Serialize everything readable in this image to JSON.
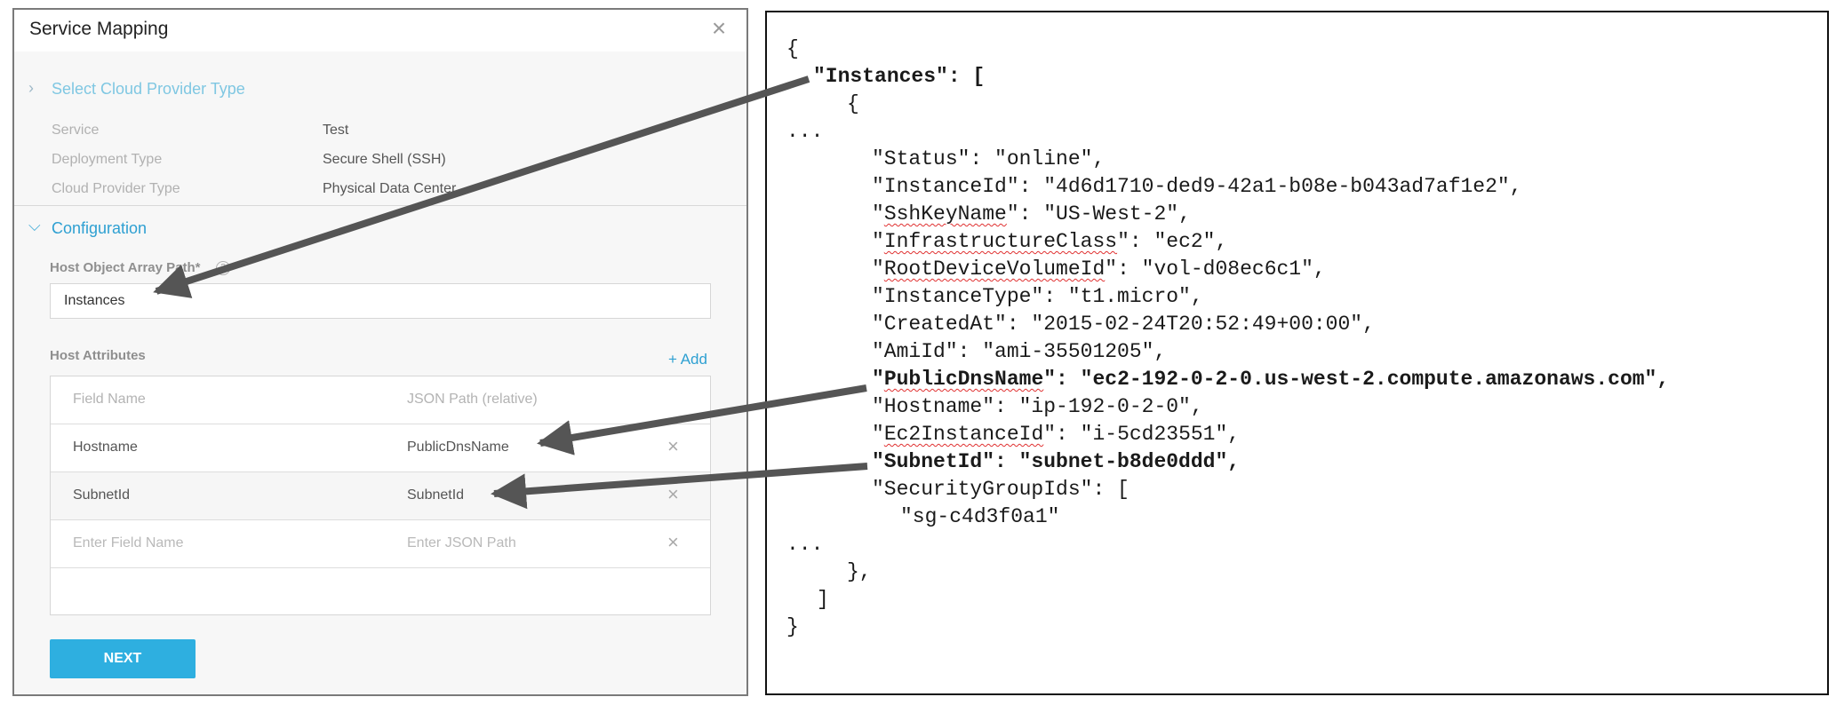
{
  "dialog": {
    "title": "Service Mapping",
    "close_icon": "close-icon",
    "select_section": {
      "title": "Select Cloud Provider Type",
      "rows": [
        {
          "label": "Service",
          "value": "Test"
        },
        {
          "label": "Deployment Type",
          "value": "Secure Shell (SSH)"
        },
        {
          "label": "Cloud Provider Type",
          "value": "Physical Data Center"
        }
      ]
    },
    "config_section": {
      "title": "Configuration",
      "host_object_label": "Host Object Array Path*",
      "host_object_value": "Instances",
      "host_attributes_label": "Host Attributes",
      "add_label": "+ Add",
      "table": {
        "headers": [
          "Field Name",
          "JSON Path (relative)"
        ],
        "rows": [
          {
            "field": "Hostname",
            "path": "PublicDnsName"
          },
          {
            "field": "SubnetId",
            "path": "SubnetId"
          }
        ],
        "placeholder_field": "Enter Field Name",
        "placeholder_path": "Enter JSON Path"
      }
    },
    "next_label": "NEXT"
  },
  "json_panel": {
    "open_brace": "{",
    "instances_key": "\"Instances\"",
    "instances_rest": ": [",
    "obj_open": "{",
    "ellipsis1": "...",
    "status": "\"Status\": \"online\",",
    "instance_id": "\"InstanceId\": \"4d6d1710-ded9-42a1-b08e-b043ad7af1e2\",",
    "ssh_key_q": "\"",
    "ssh_key_name": "SshKeyName",
    "ssh_key_rest": "\": \"US-West-2\",",
    "infra_q": "\"",
    "infra_name": "InfrastructureClass",
    "infra_rest": "\": \"ec2\",",
    "rootdev_q": "\"",
    "rootdev_name": "RootDeviceVolumeId",
    "rootdev_rest": "\": \"vol-d08ec6c1\",",
    "instance_type": "\"InstanceType\": \"t1.micro\",",
    "created_at": "\"CreatedAt\": \"2015-02-24T20:52:49+00:00\",",
    "ami_id": "\"AmiId\": \"ami-35501205\",",
    "public_dns_q": "\"",
    "public_dns_name": "PublicDnsName",
    "public_dns_rest": "\": \"ec2-192-0-2-0.us-west-2.compute.amazonaws.com\",",
    "hostname": "\"Hostname\": \"ip-192-0-2-0\",",
    "ec2_q": "\"",
    "ec2_name": "Ec2InstanceId",
    "ec2_rest": "\": \"i-5cd23551\",",
    "subnet": "\"SubnetId\": \"subnet-b8de0ddd\",",
    "sg_ids": "\"SecurityGroupIds\": [",
    "sg_value": "\"sg-c4d3f0a1\"",
    "ellipsis2": "...",
    "obj_close": "},",
    "arr_close": "]",
    "close_brace": "}"
  },
  "colors": {
    "accent": "#2eafe0",
    "section_title_active": "#2ea0d2",
    "section_title_inactive": "#7fc7e2",
    "arrow": "#555555",
    "spellcheck": "#e03030"
  }
}
